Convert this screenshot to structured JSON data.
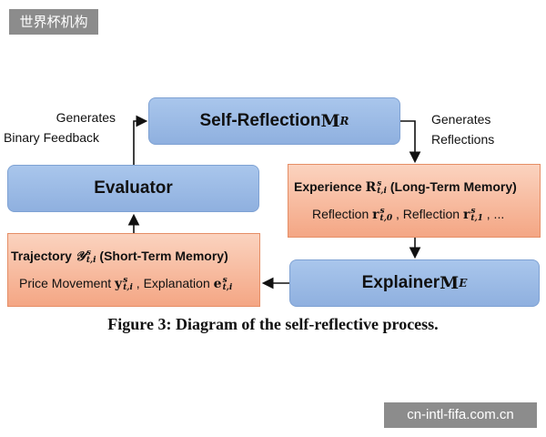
{
  "watermark_top": "世界杯机构",
  "watermark_bottom": "cn-intl-fifa.com.cn",
  "nodes": {
    "self_reflection": {
      "label": "Self-Reflection ",
      "symbol": "M",
      "subscript": "R"
    },
    "evaluator": {
      "label": "Evaluator"
    },
    "explainer": {
      "label": "Explainer ",
      "symbol": "M",
      "subscript": "E"
    },
    "experience": {
      "title_prefix": "Experience ",
      "symbol": "R",
      "sup": "s",
      "sub": "t,i",
      "title_suffix": " (Long-Term Memory)",
      "line_prefix1": "Reflection ",
      "line_symbol1": "r",
      "line_sup1": "s",
      "line_sub1": "t,0",
      "line_mid": " , Reflection ",
      "line_symbol2": "r",
      "line_sup2": "s",
      "line_sub2": "t,1",
      "line_suffix": " , ..."
    },
    "trajectory": {
      "title_prefix": "Trajectory ",
      "symbol": "𝒴",
      "sup": "s",
      "sub": "t,i",
      "title_suffix": " (Short-Term Memory)",
      "line_prefix1": "Price Movement ",
      "line_symbol1": "y",
      "line_sup1": "s",
      "line_sub1": "t,i",
      "line_mid": " , Explanation ",
      "line_symbol2": "e",
      "line_sup2": "s",
      "line_sub2": "t,i"
    }
  },
  "edge_labels": {
    "left_line1": "Generates",
    "left_line2": "Binary Feedback",
    "right_line1": "Generates",
    "right_line2": "Reflections"
  },
  "caption": "Figure 3: Diagram of the self-reflective process.",
  "colors": {
    "blue_box": "#9dbbe6",
    "orange_box": "#f7b898",
    "arrow": "#111111"
  }
}
